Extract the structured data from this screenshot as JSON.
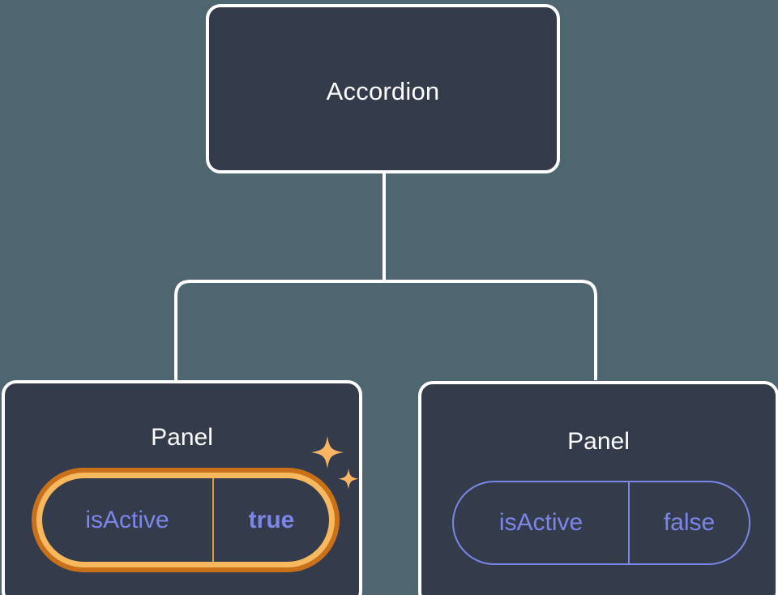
{
  "canvas": {
    "background_color": "#4d6670",
    "node_fill_color": "#343c4b",
    "node_border_color": "#ffffff",
    "connector_color": "#ffffff",
    "prop_color": "#7c86e8",
    "highlight_outer_color": "#c9711a",
    "highlight_inner_color": "#f8b85e",
    "sparkle_color": "#f9b563"
  },
  "tree": {
    "root": {
      "title": "Accordion"
    },
    "children": [
      {
        "title": "Panel",
        "highlighted": true,
        "prop": {
          "key": "isActive",
          "value": "true"
        },
        "sparkle_icons": [
          "sparkle-large-icon",
          "sparkle-small-icon"
        ]
      },
      {
        "title": "Panel",
        "highlighted": false,
        "prop": {
          "key": "isActive",
          "value": "false"
        }
      }
    ]
  }
}
